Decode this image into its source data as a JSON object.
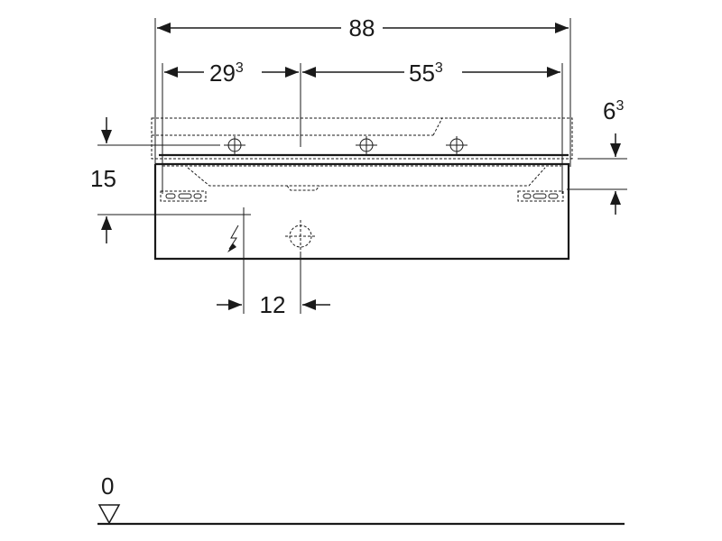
{
  "dimensions": {
    "overall_width": "88",
    "left_offset": {
      "base": "29",
      "sup": "3"
    },
    "right_offset": {
      "base": "55",
      "sup": "3"
    },
    "side_drop": {
      "base": "6",
      "sup": "3"
    },
    "height_left": "15",
    "spacing_bottom": "12",
    "floor_level": "0"
  },
  "icons": [
    "electrical-symbol-icon",
    "drain-marker-icon",
    "fixing-point-icon",
    "floor-level-triangle-icon"
  ]
}
